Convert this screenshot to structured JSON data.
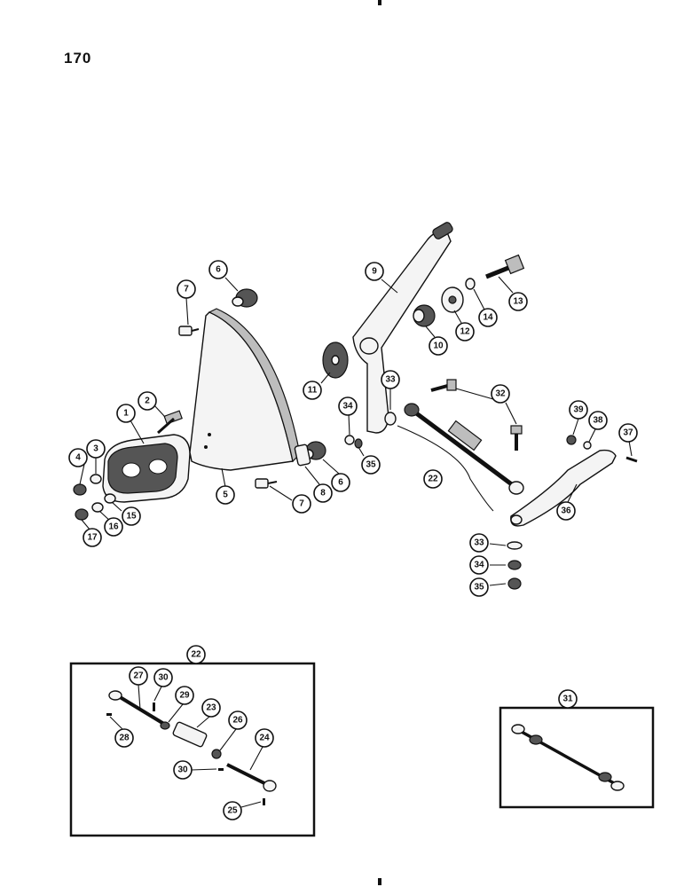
{
  "page": {
    "number": "170"
  },
  "main_callouts": [
    "1",
    "2",
    "3",
    "4",
    "5",
    "6",
    "6",
    "7",
    "7",
    "8",
    "9",
    "10",
    "11",
    "12",
    "13",
    "14",
    "15",
    "16",
    "17",
    "22",
    "32",
    "33",
    "33",
    "34",
    "34",
    "35",
    "35",
    "36",
    "37",
    "38",
    "39"
  ],
  "inset_22": {
    "label": "22",
    "callouts": [
      "23",
      "24",
      "25",
      "26",
      "27",
      "28",
      "29",
      "30",
      "30"
    ]
  },
  "inset_31": {
    "label": "31"
  }
}
